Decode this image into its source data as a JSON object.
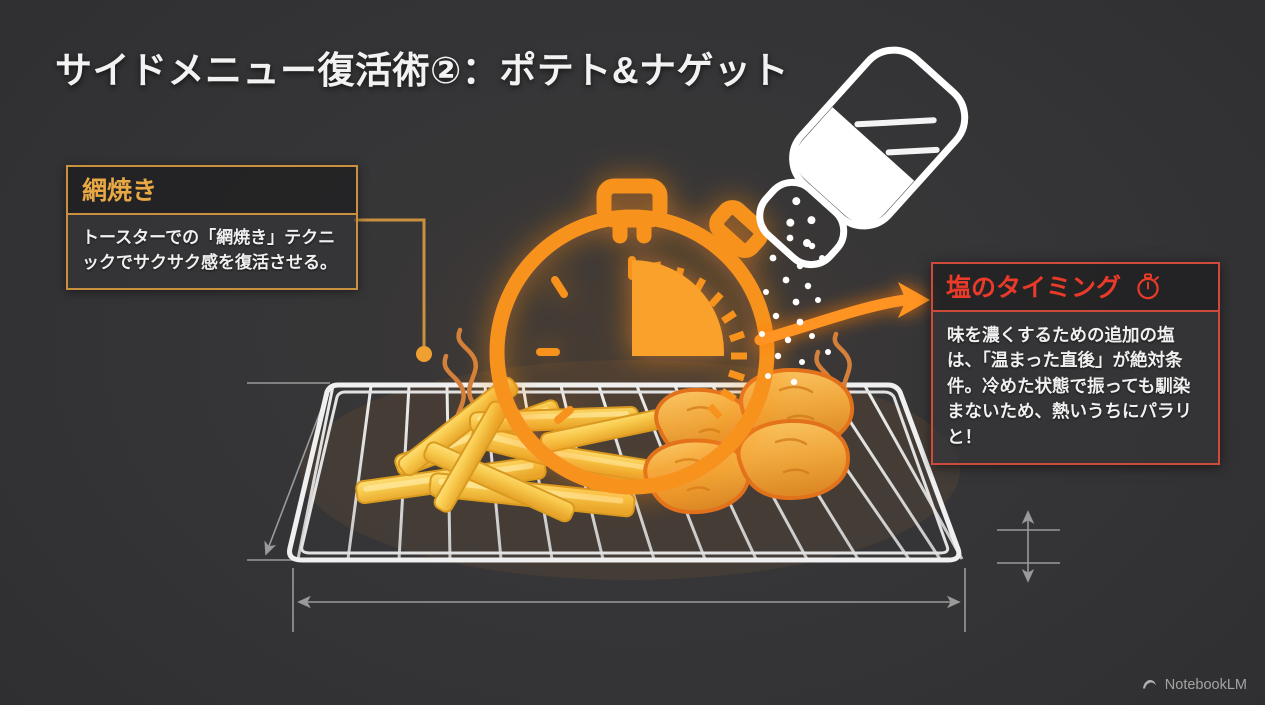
{
  "slide": {
    "title": "サイドメニュー復活術②：ポテト&ナゲット",
    "background_color": "#343436"
  },
  "callout_left": {
    "heading": "網焼き",
    "body": "トースターでの「網焼き」テクニックでサクサク感を復活させる。",
    "accent_color": "#c8903f",
    "heading_color": "#e8a844"
  },
  "callout_right": {
    "heading": "塩のタイミング",
    "icon": "stopwatch-icon",
    "body": "味を濃くするための追加の塩は、「温まった直後」が絶対条件。冷めた状態で振っても馴染まないため、熱いうちにパラリと！",
    "accent_color": "#d04a3c",
    "heading_color": "#ea3a29"
  },
  "illustration": {
    "stopwatch": {
      "name": "stopwatch-graphic",
      "color": "#f7931e",
      "glow_color": "#ff8c1a"
    },
    "salt_shaker": {
      "name": "salt-shaker-graphic",
      "color": "#ffffff"
    },
    "wire_rack": {
      "name": "wire-rack-graphic",
      "color": "#ececec"
    },
    "fries": {
      "name": "french-fries-graphic",
      "color": "#f5c542"
    },
    "nuggets": {
      "name": "chicken-nuggets-graphic",
      "color": "#f0a73c"
    },
    "steam": {
      "name": "steam-wisps-graphic",
      "color": "#d4803a"
    },
    "arrow": {
      "name": "pointer-arrow",
      "color": "#ff8c1a"
    },
    "leader": {
      "name": "leader-line",
      "color": "#c8903f"
    },
    "dimension_lines": {
      "name": "dimension-lines",
      "color": "#9a9a9a"
    }
  },
  "watermark": {
    "label": "NotebookLM"
  }
}
